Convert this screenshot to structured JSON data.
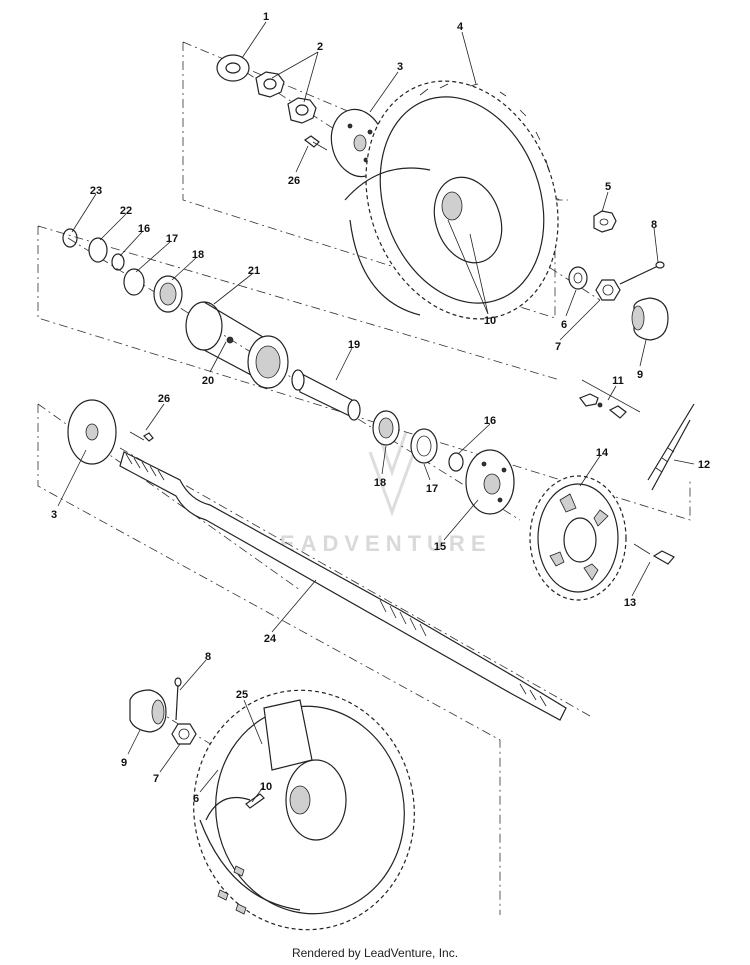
{
  "watermark": "LEADVENTURE",
  "footer": "Rendered by LeadVenture, Inc.",
  "callouts": [
    "1",
    "2",
    "3",
    "4",
    "26",
    "23",
    "22",
    "16",
    "17",
    "18",
    "21",
    "5",
    "8",
    "6",
    "7",
    "9",
    "10",
    "19",
    "20",
    "11",
    "26",
    "3",
    "18",
    "17",
    "16",
    "14",
    "12",
    "15",
    "13",
    "24",
    "8",
    "25",
    "9",
    "7",
    "6",
    "10"
  ]
}
